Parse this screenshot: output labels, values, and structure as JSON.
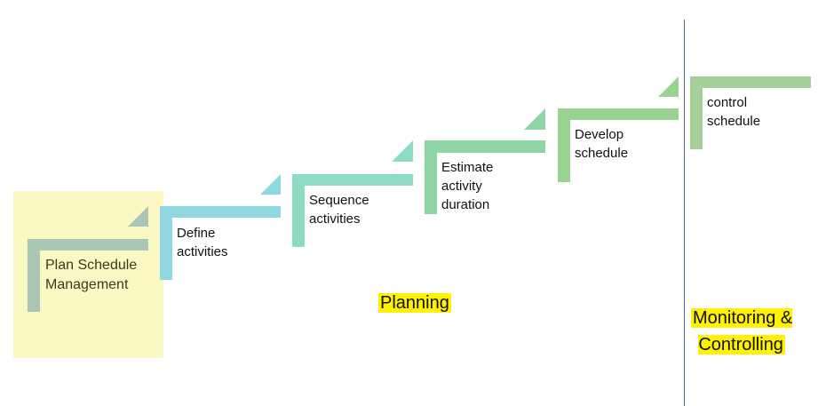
{
  "colors": {
    "plan_box": "#fbf8c4",
    "divider": "#4a64b6",
    "highlight": "#fff200"
  },
  "steps": [
    {
      "label": "Plan Schedule\nManagement",
      "color": "#a9c7b4"
    },
    {
      "label": "Define\nactivities",
      "color": "#8fd8e2"
    },
    {
      "label": "Sequence\nactivities",
      "color": "#8fdac5"
    },
    {
      "label": "Estimate\nactivity\nduration",
      "color": "#8fd4a5"
    },
    {
      "label": "Develop\nschedule",
      "color": "#99d392"
    },
    {
      "label": "control\nschedule",
      "color": "#a4cf98"
    }
  ],
  "phases": {
    "planning": "Planning",
    "monitoring": "Monitoring &\nControlling"
  }
}
